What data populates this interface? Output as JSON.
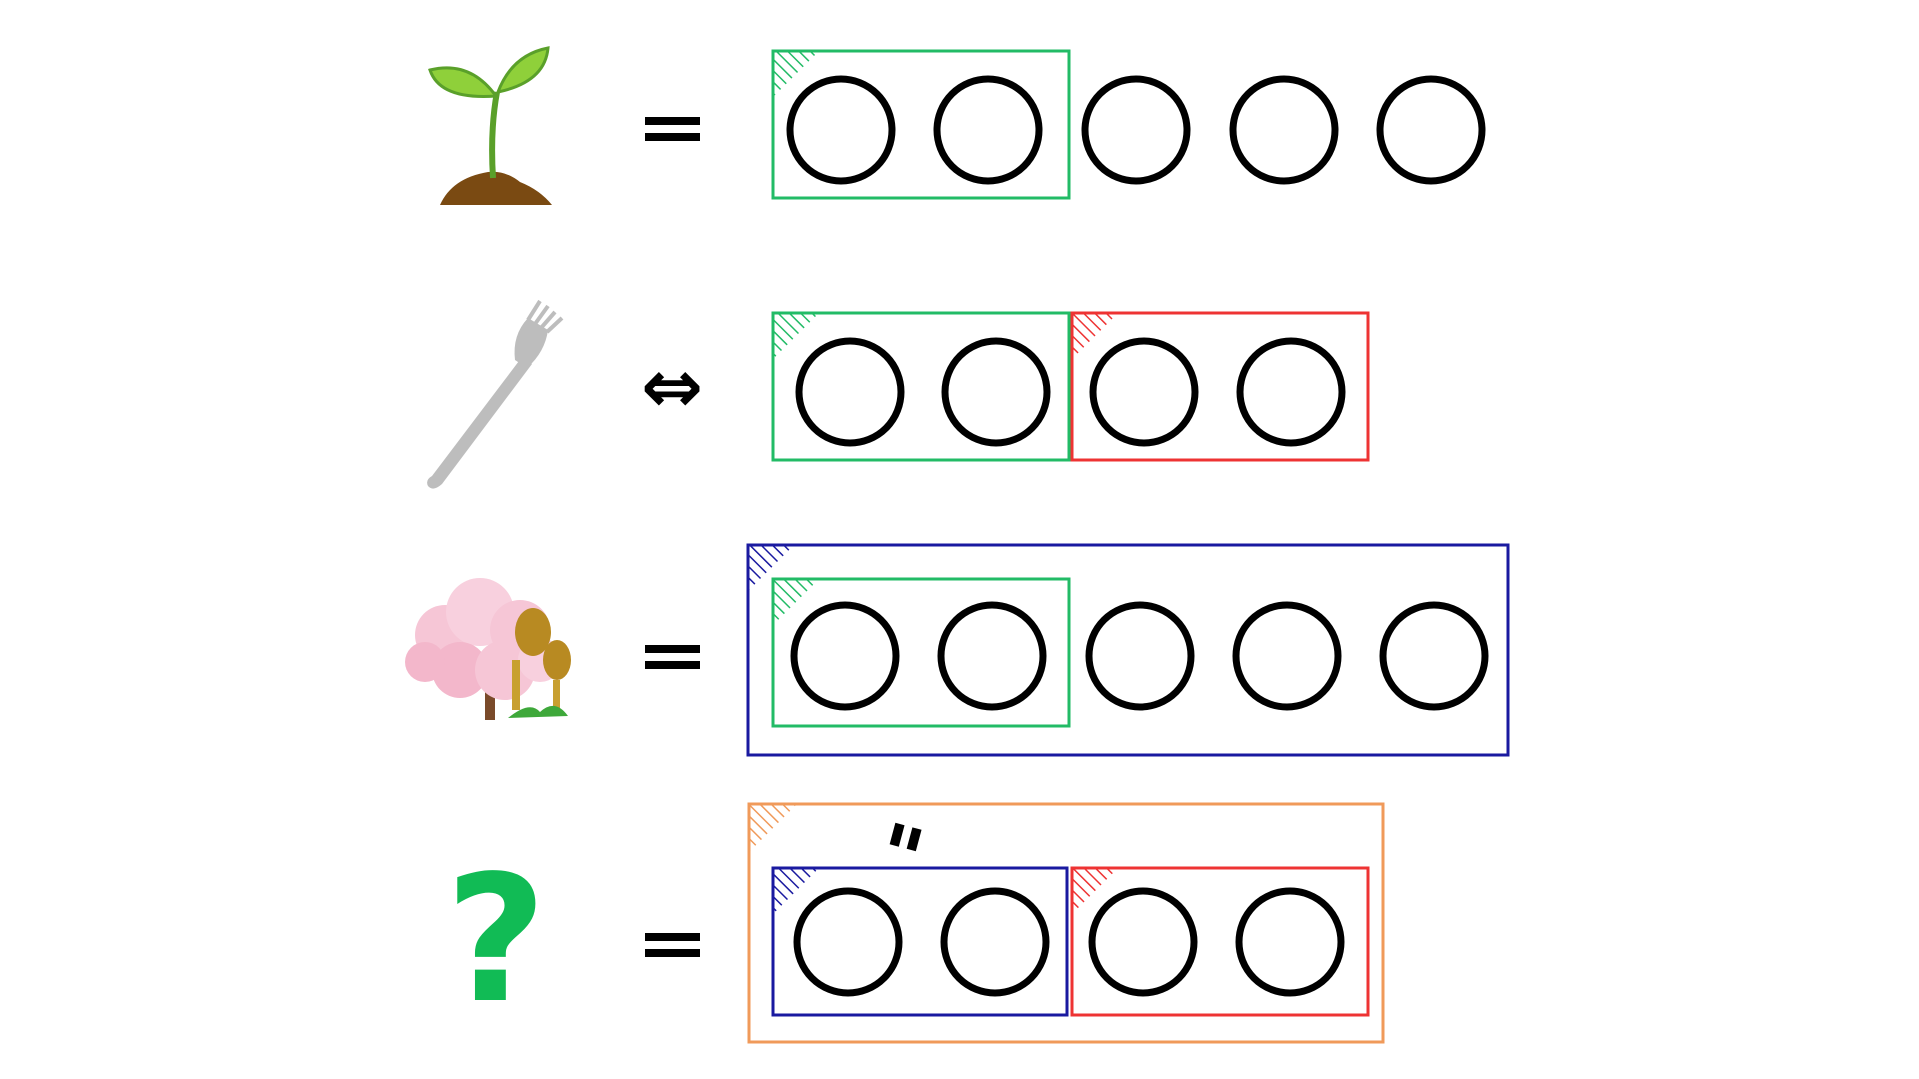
{
  "puzzle": {
    "rows": [
      {
        "id": "sprout",
        "picture": "sprout-icon",
        "operator": "=",
        "slots": 5
      },
      {
        "id": "fork",
        "picture": "fork-icon",
        "operator": "⇔",
        "slots": 4
      },
      {
        "id": "sakura",
        "picture": "cherry-tree-icon",
        "operator": "=",
        "slots": 5
      },
      {
        "id": "answer",
        "picture": "question-icon",
        "operator": "=",
        "slots": 4
      }
    ],
    "dakuten_mark": "\"",
    "question_mark": "?"
  },
  "colors": {
    "green": "#22bb66",
    "red": "#ee3333",
    "blue": "#1a1aa0",
    "orange": "#f09a5a",
    "question": "#11bb55",
    "circle_stroke": "#000000"
  }
}
